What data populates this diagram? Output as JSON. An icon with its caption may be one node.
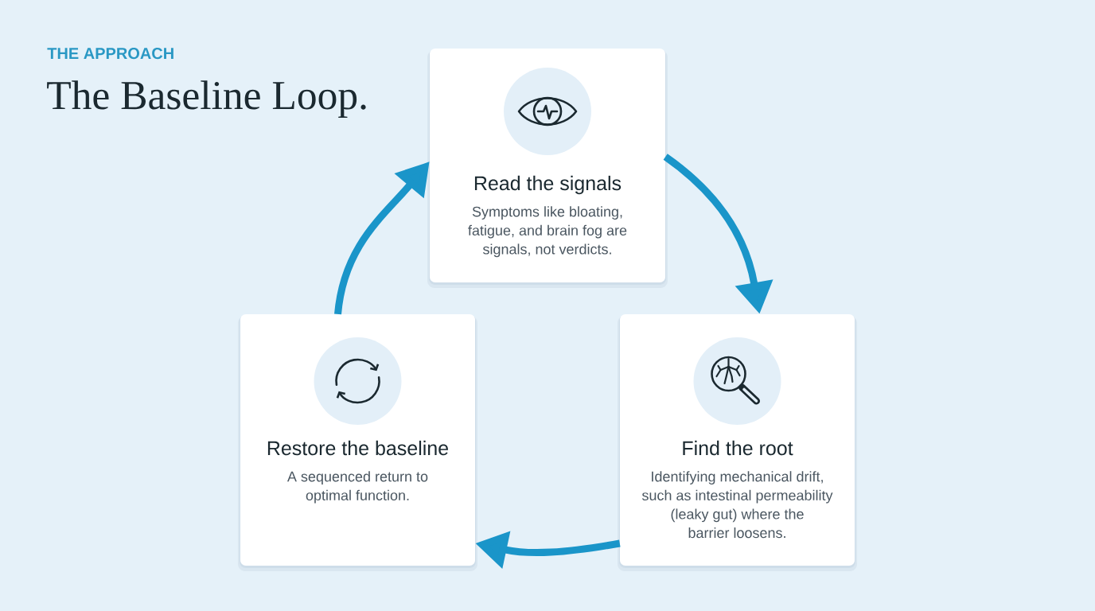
{
  "diagram": {
    "title": "The Baseline Loop.",
    "nodes": [
      {
        "text": [
          "Read the signals",
          "Symptoms like bloating, fatigue, and brain fog are signals, not verdicts."
        ]
      },
      {
        "text": [
          "Find the root",
          "Identifying mechanical drift, such as intestinal permeability (leaky gut) where the barrier loosens."
        ]
      },
      {
        "text": [
          "Restore the baseline",
          "A sequenced return to optimal function."
        ]
      }
    ],
    "edges": [
      {
        "from": 0,
        "to": 1,
        "arrow": "to"
      },
      {
        "from": 1,
        "to": 2,
        "arrow": "to"
      },
      {
        "from": 2,
        "to": 0,
        "arrow": "to"
      }
    ],
    "labels": [
      "THE APPROACH"
    ]
  }
}
